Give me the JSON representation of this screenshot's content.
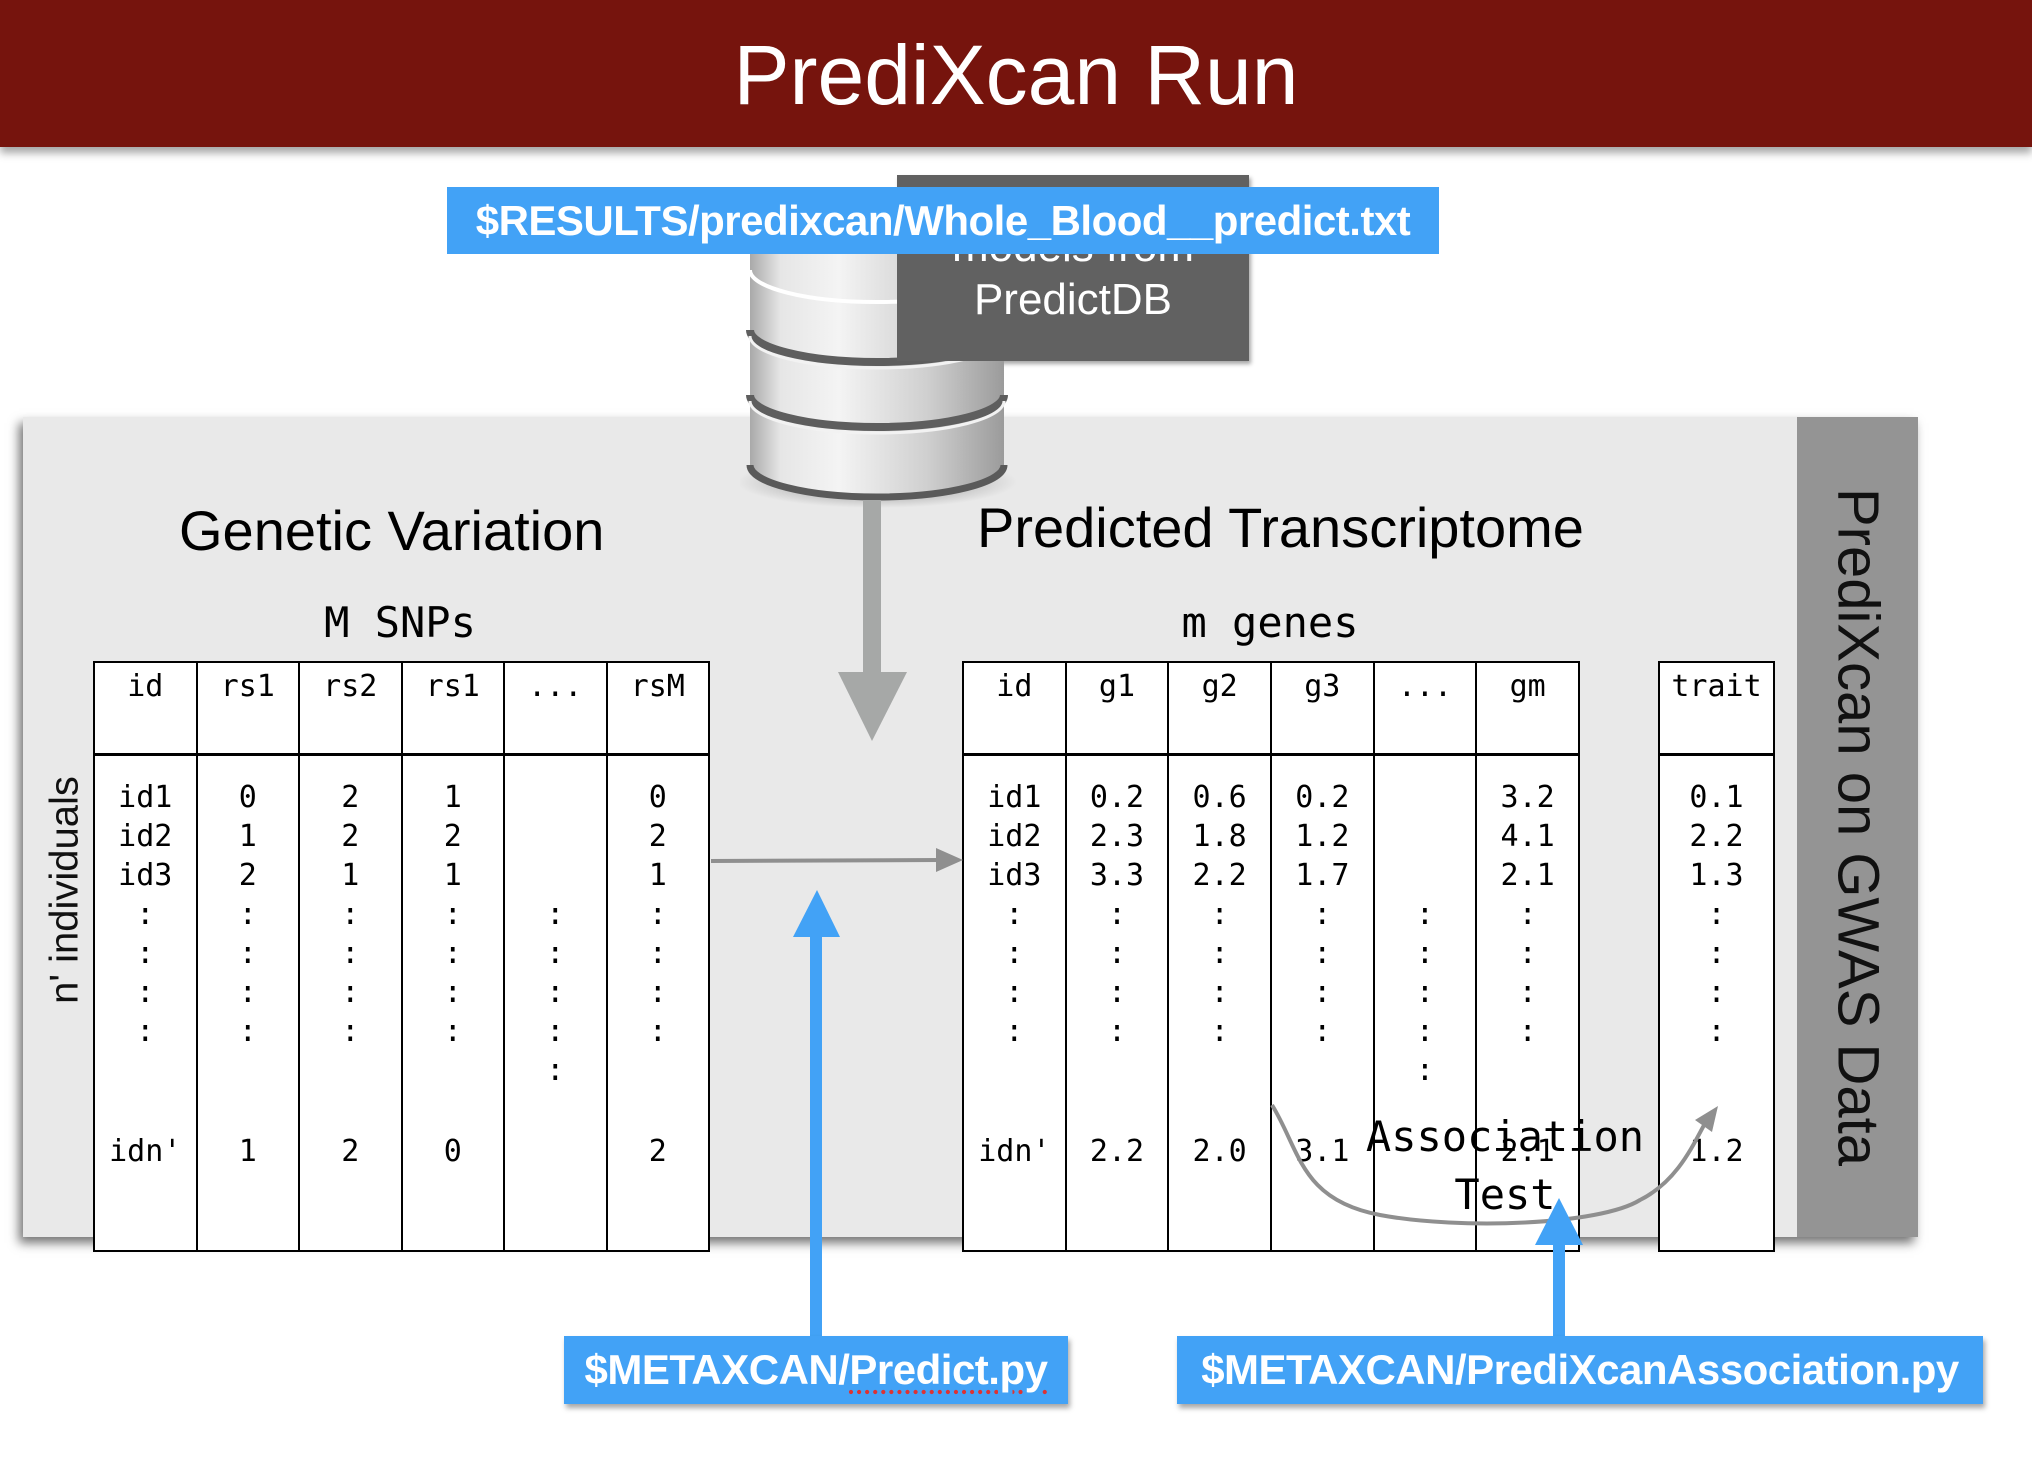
{
  "header": {
    "title": "PrediXcan Run"
  },
  "side_panel": {
    "label": "PrediXcan on GWAS Data"
  },
  "predictdb": {
    "line1": "models from",
    "line2": "PredictDB"
  },
  "labels": {
    "results_file": "$RESULTS/predixcan/Whole_Blood__predict.txt",
    "predict_script_prefix": "$METAXCAN/",
    "predict_script_name": "Predict.py",
    "association_script": "$METAXCAN/PrediXcanAssociation.py"
  },
  "genetic_variation": {
    "title": "Genetic Variation",
    "subtitle": "M SNPs",
    "row_axis_label": "n' individuals",
    "columns": [
      {
        "header": "id",
        "values": [
          "id1",
          "id2",
          "id3",
          ":",
          ":",
          ":",
          ":",
          "",
          "idn'"
        ]
      },
      {
        "header": "rs1",
        "values": [
          "0",
          "1",
          "2",
          ":",
          ":",
          ":",
          ":",
          "",
          "1"
        ]
      },
      {
        "header": "rs2",
        "values": [
          "2",
          "2",
          "1",
          ":",
          ":",
          ":",
          ":",
          "",
          "2"
        ]
      },
      {
        "header": "rs1",
        "values": [
          "1",
          "2",
          "1",
          ":",
          ":",
          ":",
          ":",
          "",
          "0"
        ]
      },
      {
        "header": "...",
        "values": [
          "",
          "",
          "",
          ":",
          ":",
          ":",
          ":",
          ":",
          ""
        ]
      },
      {
        "header": "rsM",
        "values": [
          "0",
          "2",
          "1",
          ":",
          ":",
          ":",
          ":",
          "",
          "2"
        ]
      }
    ]
  },
  "predicted_transcriptome": {
    "title": "Predicted Transcriptome",
    "subtitle": "m genes",
    "columns": [
      {
        "header": "id",
        "values": [
          "id1",
          "id2",
          "id3",
          ":",
          ":",
          ":",
          ":",
          "",
          "idn'"
        ]
      },
      {
        "header": "g1",
        "values": [
          "0.2",
          "2.3",
          "3.3",
          ":",
          ":",
          ":",
          ":",
          "",
          "2.2"
        ]
      },
      {
        "header": "g2",
        "values": [
          "0.6",
          "1.8",
          "2.2",
          ":",
          ":",
          ":",
          ":",
          "",
          "2.0"
        ]
      },
      {
        "header": "g3",
        "values": [
          "0.2",
          "1.2",
          "1.7",
          ":",
          ":",
          ":",
          ":",
          "",
          "3.1"
        ]
      },
      {
        "header": "...",
        "values": [
          "",
          "",
          "",
          ":",
          ":",
          ":",
          ":",
          ":",
          ""
        ]
      },
      {
        "header": "gm",
        "values": [
          "3.2",
          "4.1",
          "2.1",
          ":",
          ":",
          ":",
          ":",
          "",
          "2.1"
        ]
      }
    ]
  },
  "trait": {
    "columns": [
      {
        "header": "trait",
        "values": [
          "0.1",
          "2.2",
          "1.3",
          ":",
          ":",
          ":",
          ":",
          "",
          "1.2"
        ]
      }
    ]
  },
  "association": {
    "line1": "Association",
    "line2": "Test"
  },
  "colors": {
    "header_bg": "#76140D",
    "accent_blue": "#42A2F6",
    "panel_bg": "#E9E9E9",
    "side_panel_bg": "#949494",
    "predictdb_box_bg": "#616161",
    "arrow_gray": "#A6A8A7"
  }
}
